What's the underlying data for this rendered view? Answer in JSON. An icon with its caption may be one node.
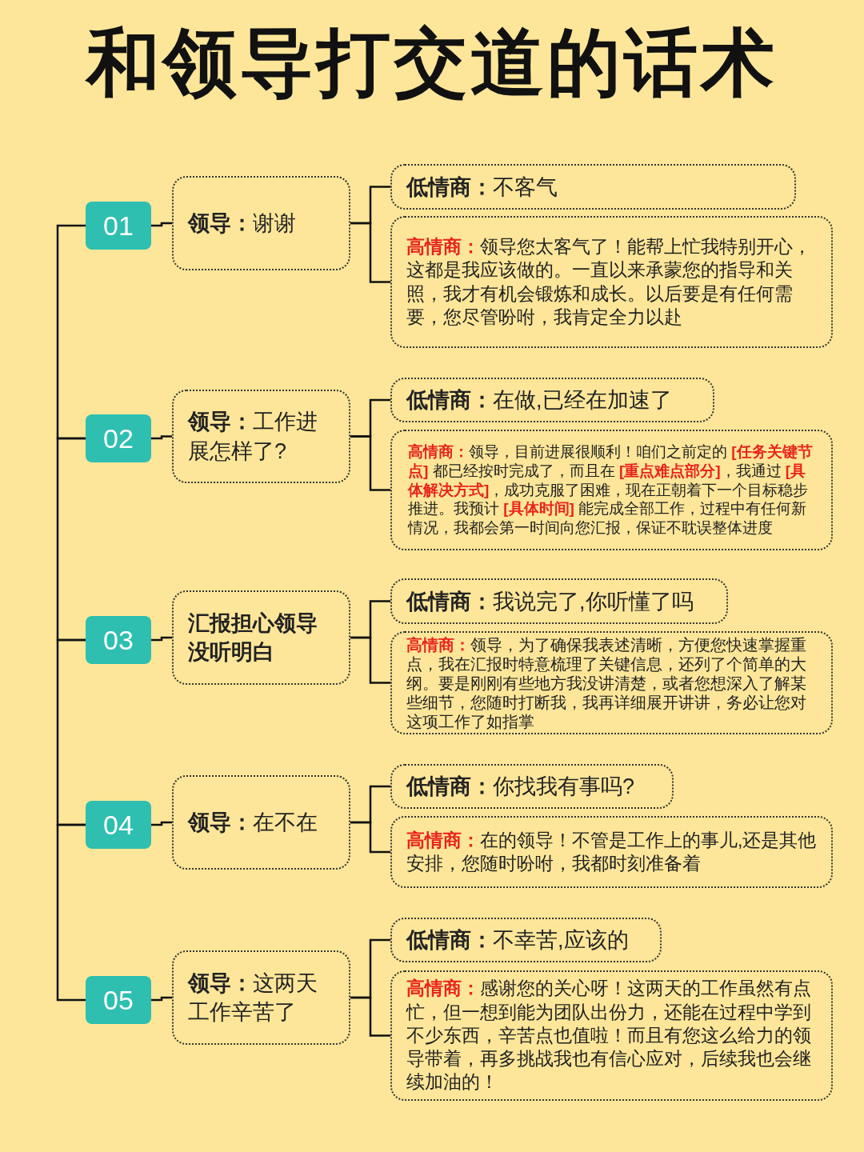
{
  "diagram": {
    "title": "和领导打交道的话术",
    "nodes": [
      {
        "text": [
          "01"
        ]
      },
      {
        "text": [
          "**领导：**谢谢"
        ]
      },
      {
        "text": [
          "**低情商：**不客气"
        ]
      },
      {
        "text": [
          "**高情商：**领导您太客气了！能帮上忙我特别开心，这都是我应该做的。一直以来承蒙您的指导和关照，我才有机会锻炼和成长。以后要是有任何需要，您尽管吩咐，我肯定全力以赴"
        ]
      },
      {
        "text": [
          "02"
        ]
      },
      {
        "text": [
          "**领导：**工作进展怎样了?"
        ]
      },
      {
        "text": [
          "**低情商：**在做,已经在加速了"
        ]
      },
      {
        "text": [
          "**高情商：**领导，目前进展很顺利！咱们之前定的 **[任务关键节点]** 都已经按时完成了，而且在 **[重点难点部分]**，我通过 **[具体解决方式]**，成功克服了困难，现在正朝着下一个目标稳步推进。我预计 **[具体时间]** 能完成全部工作，过程中有任何新情况，我都会第一时间向您汇报，保证不耽误整体进度"
        ]
      },
      {
        "text": [
          "03"
        ]
      },
      {
        "text": [
          "汇报担心领导没听明白"
        ]
      },
      {
        "text": [
          "**低情商：**我说完了,你听懂了吗"
        ]
      },
      {
        "text": [
          "**高情商：**领导，为了确保我表述清晰，方便您快速掌握重点，我在汇报时特意梳理了关键信息，还列了个简单的大纲。要是刚刚有些地方我没讲清楚，或者您想深入了解某些细节，您随时打断我，我再详细展开讲讲，务必让您对这项工作了如指掌"
        ]
      },
      {
        "text": [
          "04"
        ]
      },
      {
        "text": [
          "**领导：**在不在"
        ]
      },
      {
        "text": [
          "**低情商：**你找我有事吗?"
        ]
      },
      {
        "text": [
          "**高情商：**在的领导！不管是工作上的事儿,还是其他安排，您随时吩咐，我都时刻准备着"
        ]
      },
      {
        "text": [
          "05"
        ]
      },
      {
        "text": [
          "**领导：**这两天工作辛苦了"
        ]
      },
      {
        "text": [
          "**低情商：**不幸苦,应该的"
        ]
      },
      {
        "text": [
          "**高情商：**感谢您的关心呀！这两天的工作虽然有点忙，但一想到能为团队出份力，还能在过程中学到不少东西，辛苦点也值啦！而且有您这么给力的领导带着，再多挑战我也有信心应对，后续我也会继续加油的！"
        ]
      }
    ],
    "edges": [
      {
        "from": 0,
        "to": 4,
        "arrow": "none"
      },
      {
        "from": 4,
        "to": 8,
        "arrow": "none"
      },
      {
        "from": 8,
        "to": 12,
        "arrow": "none"
      },
      {
        "from": 12,
        "to": 16,
        "arrow": "none"
      },
      {
        "from": 0,
        "to": 1,
        "arrow": "none"
      },
      {
        "from": 1,
        "to": 2,
        "arrow": "none"
      },
      {
        "from": 1,
        "to": 3,
        "arrow": "none"
      },
      {
        "from": 4,
        "to": 5,
        "arrow": "none"
      },
      {
        "from": 5,
        "to": 6,
        "arrow": "none"
      },
      {
        "from": 5,
        "to": 7,
        "arrow": "none"
      },
      {
        "from": 8,
        "to": 9,
        "arrow": "none"
      },
      {
        "from": 9,
        "to": 10,
        "arrow": "none"
      },
      {
        "from": 9,
        "to": 11,
        "arrow": "none"
      },
      {
        "from": 12,
        "to": 13,
        "arrow": "none"
      },
      {
        "from": 13,
        "to": 14,
        "arrow": "none"
      },
      {
        "from": 13,
        "to": 15,
        "arrow": "none"
      },
      {
        "from": 16,
        "to": 17,
        "arrow": "none"
      },
      {
        "from": 17,
        "to": 18,
        "arrow": "none"
      },
      {
        "from": 17,
        "to": 19,
        "arrow": "none"
      }
    ]
  }
}
